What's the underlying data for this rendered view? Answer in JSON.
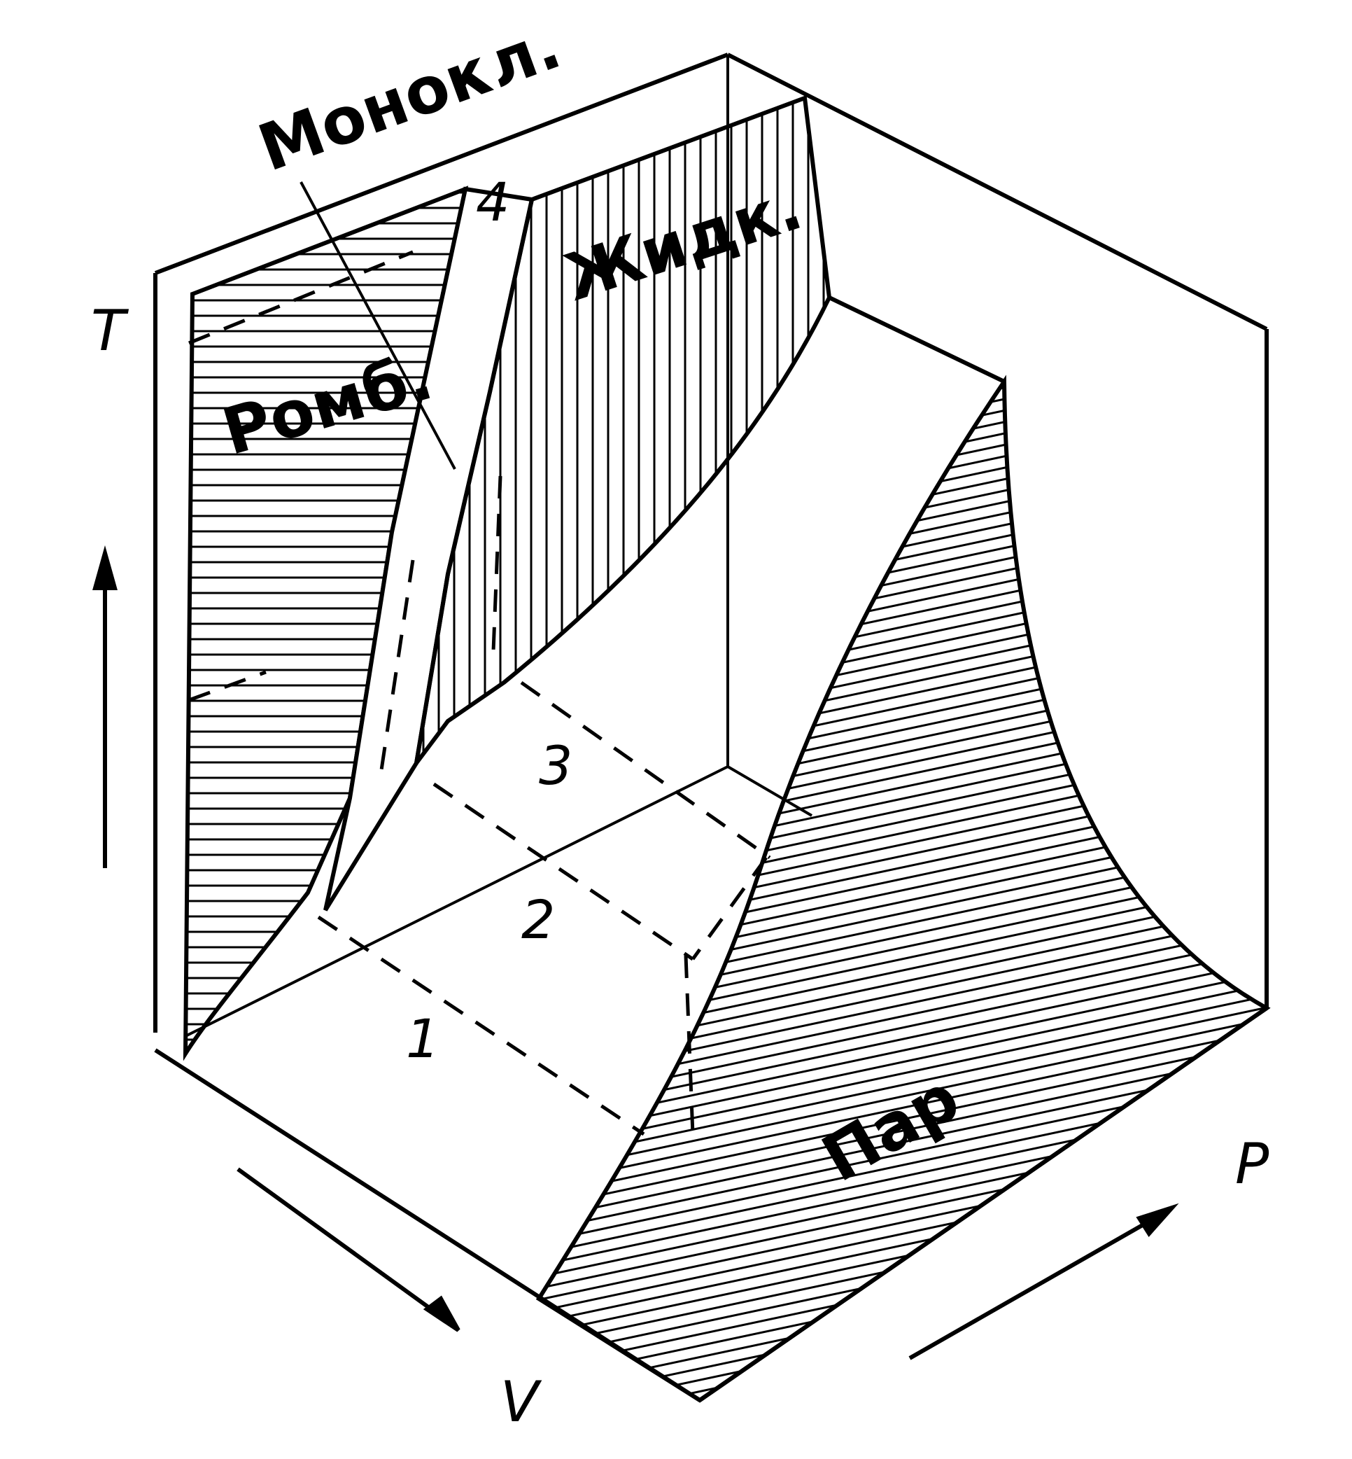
{
  "labels": {
    "monoclinic": "Моноκл.",
    "liquid": "Жидк.",
    "rhombic": "Ромб.",
    "vapor": "Пар"
  },
  "axes": {
    "t": "T",
    "v": "V",
    "p": "P"
  },
  "points": {
    "p1": "1",
    "p2": "2",
    "p3": "3",
    "p4": "4"
  },
  "colors": {
    "ink": "#000000",
    "paper": "#ffffff"
  }
}
